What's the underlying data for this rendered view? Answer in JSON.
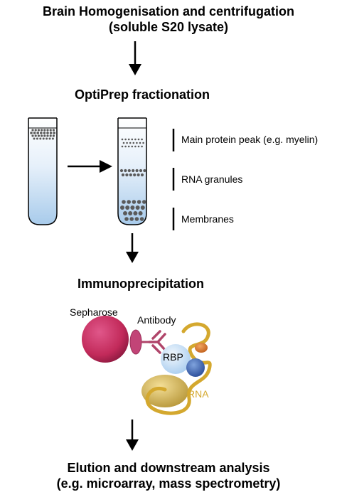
{
  "step1": {
    "line1": "Brain Homogenisation and centrifugation",
    "line2": "(soluble S20 lysate)"
  },
  "step2": {
    "title": "OptiPrep fractionation"
  },
  "fractions": {
    "main_peak": "Main protein peak (e.g. myelin)",
    "rna_granules": "RNA granules",
    "membranes": "Membranes"
  },
  "step3": {
    "title": "Immunoprecipitation"
  },
  "ip_labels": {
    "sepharose": "Sepharose",
    "antibody": "Antibody",
    "rbp": "RBP",
    "rna": "RNA"
  },
  "step4": {
    "line1": "Elution and downstream analysis",
    "line2": "(e.g. microarray, mass spectrometry)"
  },
  "colors": {
    "tube_fill": "#bcd8f0",
    "dots": "#5a5a5a",
    "sepharose": "#c22a5a",
    "antibody": "#b0456a",
    "rbp_light": "#bcdcf4",
    "rbp_blue": "#3f68b8",
    "rna_strand": "#d4a82e",
    "protein_gold": "#d8bb55",
    "protein_orange": "#d97a2a"
  }
}
